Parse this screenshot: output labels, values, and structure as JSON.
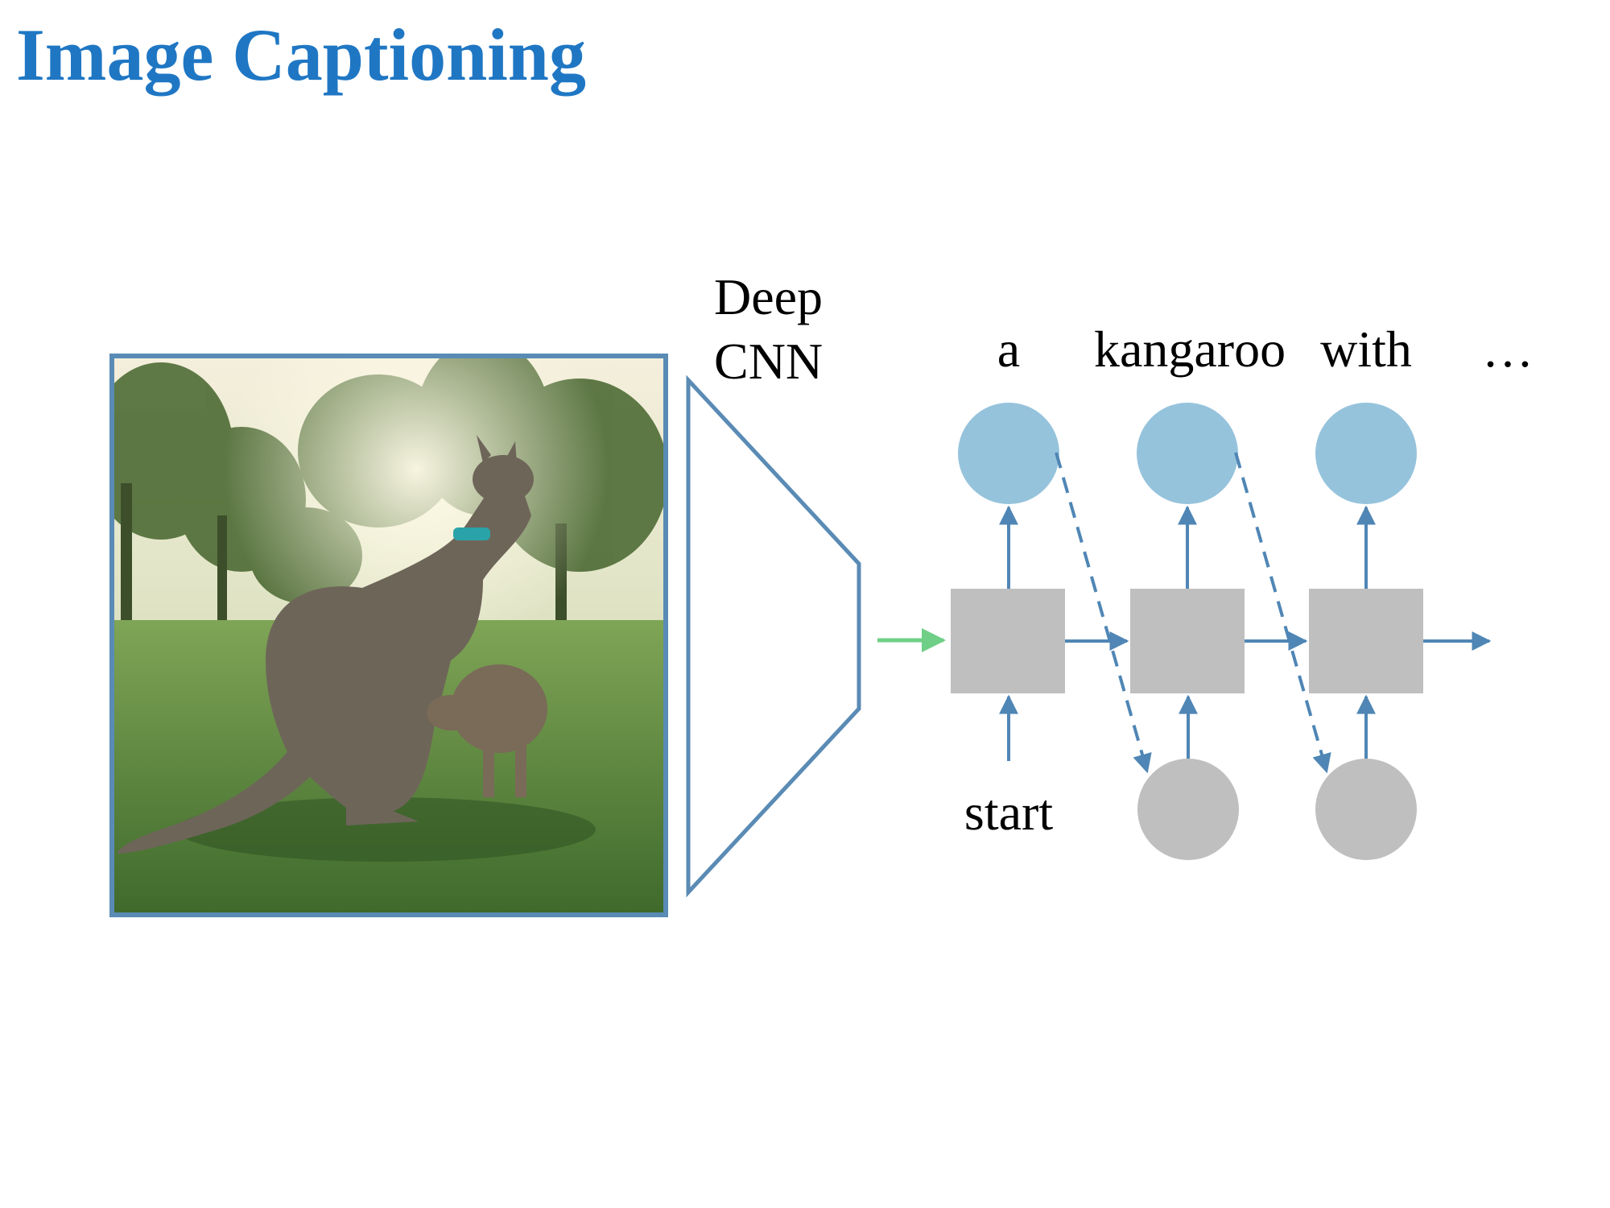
{
  "title": "Image Captioning",
  "diagram": {
    "cnn_label_line1": "Deep",
    "cnn_label_line2": "CNN",
    "output_words": [
      "a",
      "kangaroo",
      "with",
      "…"
    ],
    "input_word": "start"
  },
  "photo": {
    "subject": "kangaroo with joey on grass",
    "icon": "kangaroo-photo"
  },
  "colors": {
    "title": "#1f77c4",
    "frame": "#5a8bb5",
    "output_node": "#96c3dc",
    "hidden_node": "#bfbfbf",
    "input_node": "#bfbfbf",
    "arrow": "#4f86b5",
    "image_feature_arrow": "#6fcf86"
  }
}
